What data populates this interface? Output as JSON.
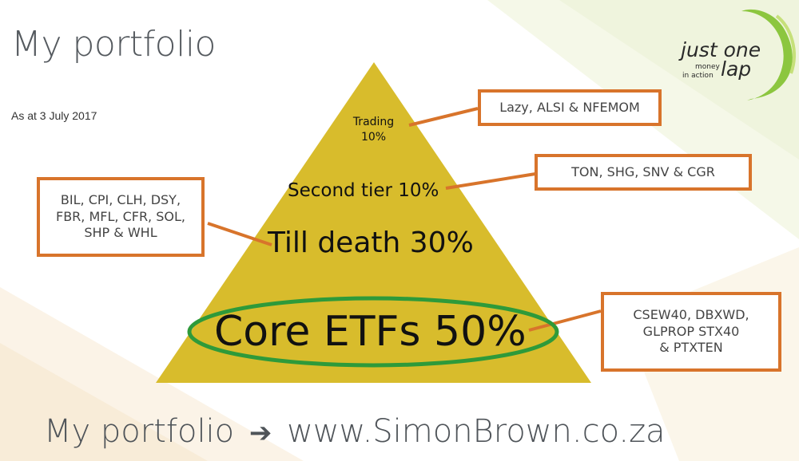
{
  "title": "My portfolio",
  "date": "As at 3 July 2017",
  "logo": {
    "line1": "just one",
    "line2": "lap",
    "tagline1": "money",
    "tagline2": "in action"
  },
  "pyramid": {
    "trading": {
      "label": "Trading",
      "pct": "10%"
    },
    "second_tier": "Second tier 10%",
    "till_death": "Till death 30%",
    "core": "Core ETFs 50%"
  },
  "callouts": {
    "trading": [
      "Lazy, ALSI & NFEMOM"
    ],
    "second_tier": [
      "TON, SHG, SNV & CGR"
    ],
    "till_death": [
      "BIL, CPI, CLH, DSY,",
      "FBR, MFL, CFR, SOL,",
      "SHP & WHL"
    ],
    "core": [
      "CSEW40, DBXWD,",
      "GLPROP STX40",
      "& PTXTEN"
    ]
  },
  "footer": {
    "text": "My portfolio",
    "arrow": "➔",
    "url": "www.SimonBrown.co.za"
  },
  "colors": {
    "pyramid": "#d8bc2c",
    "callout_border": "#d8742b",
    "ellipse": "#2e9a3a",
    "accent_green": "#8cc63f"
  }
}
